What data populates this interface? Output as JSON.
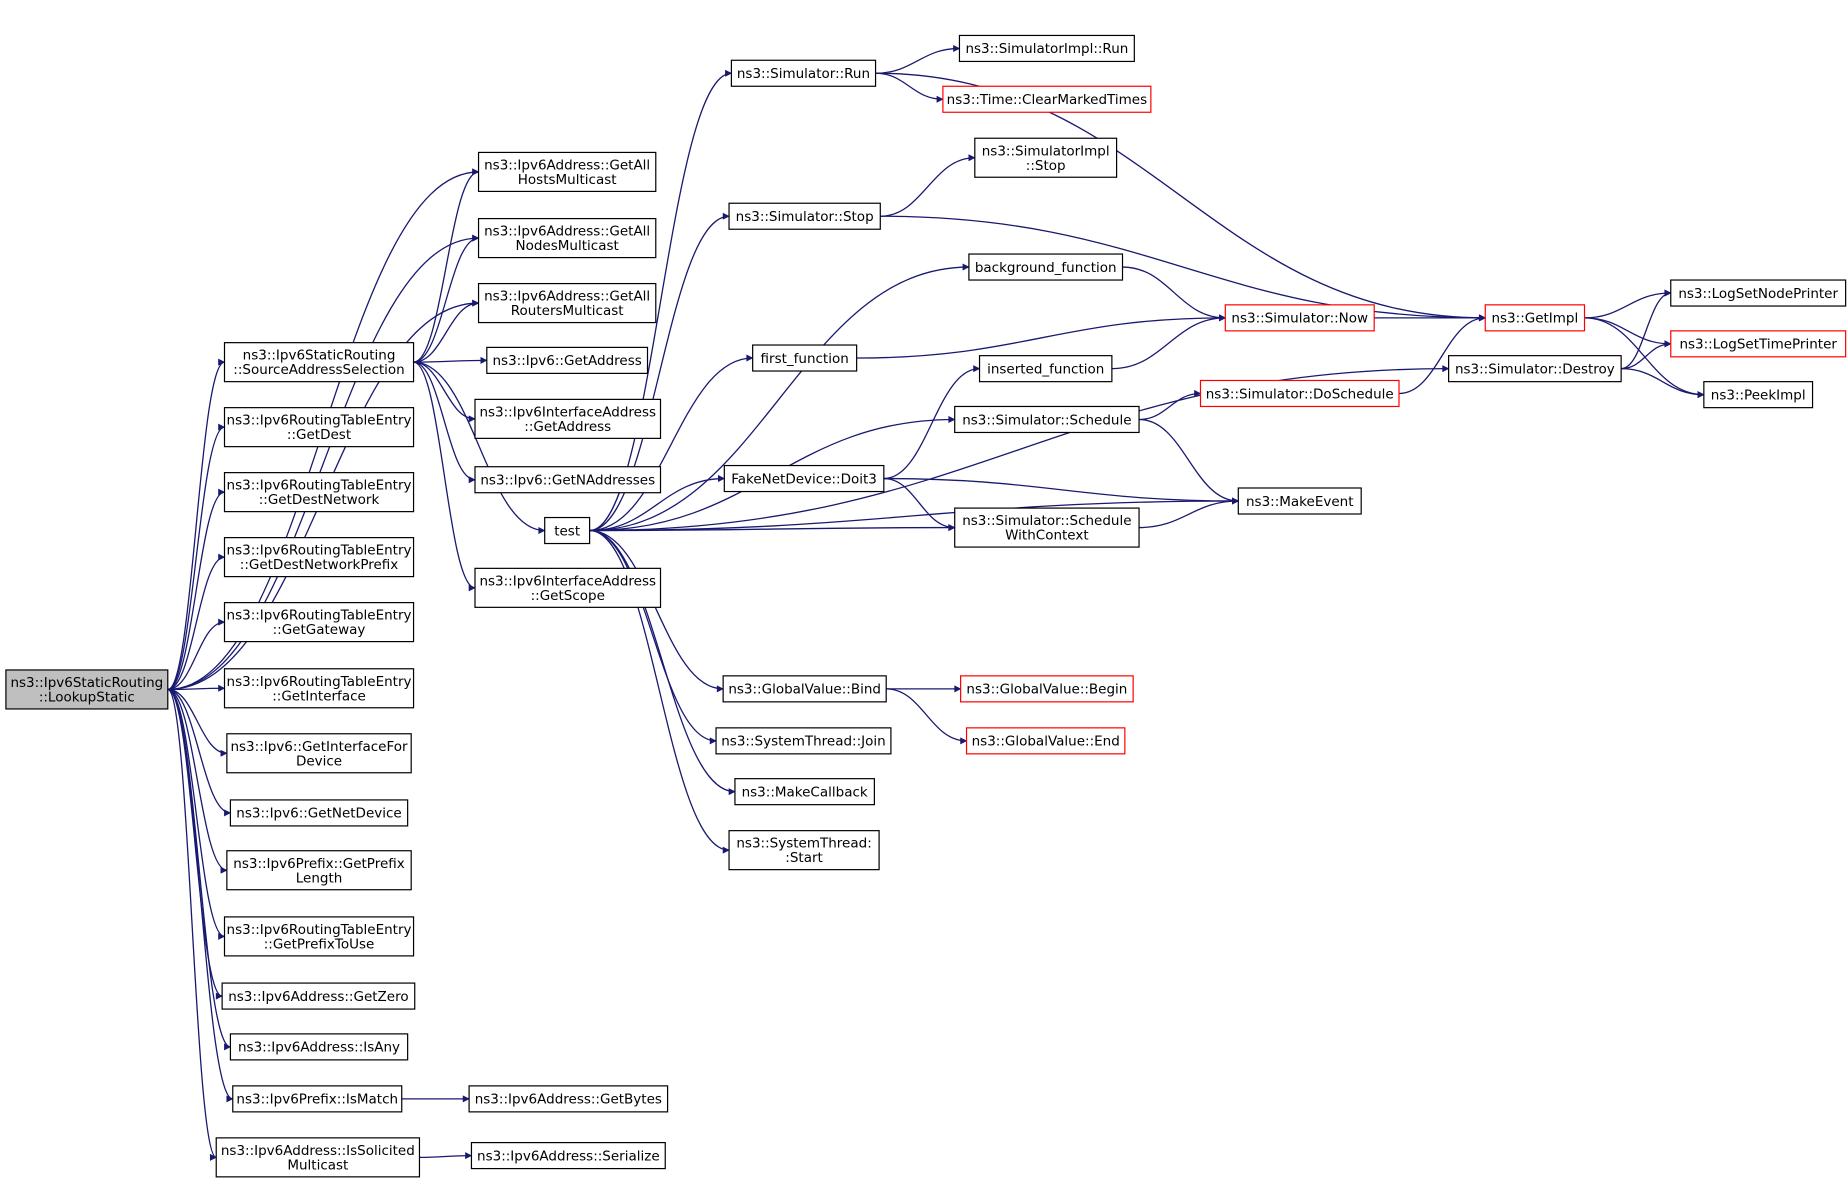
{
  "nodes": [
    {
      "id": "root",
      "lines": [
        "ns3::Ipv6StaticRouting",
        "::LookupStatic"
      ],
      "style": "root"
    },
    {
      "id": "srcsel",
      "lines": [
        "ns3::Ipv6StaticRouting",
        "::SourceAddressSelection"
      ]
    },
    {
      "id": "hostsmc",
      "lines": [
        "ns3::Ipv6Address::GetAll",
        "HostsMulticast"
      ]
    },
    {
      "id": "nodesmc",
      "lines": [
        "ns3::Ipv6Address::GetAll",
        "NodesMulticast"
      ]
    },
    {
      "id": "routersmc",
      "lines": [
        "ns3::Ipv6Address::GetAll",
        "RoutersMulticast"
      ]
    },
    {
      "id": "getaddress",
      "lines": [
        "ns3::Ipv6::GetAddress"
      ]
    },
    {
      "id": "ifaddr_getaddress",
      "lines": [
        "ns3::Ipv6InterfaceAddress",
        "::GetAddress"
      ]
    },
    {
      "id": "getnaddresses",
      "lines": [
        "ns3::Ipv6::GetNAddresses"
      ]
    },
    {
      "id": "test",
      "lines": [
        "test"
      ]
    },
    {
      "id": "getscope",
      "lines": [
        "ns3::Ipv6InterfaceAddress",
        "::GetScope"
      ]
    },
    {
      "id": "getdest",
      "lines": [
        "ns3::Ipv6RoutingTableEntry",
        "::GetDest"
      ]
    },
    {
      "id": "getdestnet",
      "lines": [
        "ns3::Ipv6RoutingTableEntry",
        "::GetDestNetwork"
      ]
    },
    {
      "id": "getdestnetprefix",
      "lines": [
        "ns3::Ipv6RoutingTableEntry",
        "::GetDestNetworkPrefix"
      ]
    },
    {
      "id": "getgateway",
      "lines": [
        "ns3::Ipv6RoutingTableEntry",
        "::GetGateway"
      ]
    },
    {
      "id": "getinterface",
      "lines": [
        "ns3::Ipv6RoutingTableEntry",
        "::GetInterface"
      ]
    },
    {
      "id": "getifdevice",
      "lines": [
        "ns3::Ipv6::GetInterfaceFor",
        "Device"
      ]
    },
    {
      "id": "getnetdevice",
      "lines": [
        "ns3::Ipv6::GetNetDevice"
      ]
    },
    {
      "id": "getprefixlen",
      "lines": [
        "ns3::Ipv6Prefix::GetPrefix",
        "Length"
      ]
    },
    {
      "id": "getprefixtouse",
      "lines": [
        "ns3::Ipv6RoutingTableEntry",
        "::GetPrefixToUse"
      ]
    },
    {
      "id": "getzero",
      "lines": [
        "ns3::Ipv6Address::GetZero"
      ]
    },
    {
      "id": "isany",
      "lines": [
        "ns3::Ipv6Address::IsAny"
      ]
    },
    {
      "id": "ismatch",
      "lines": [
        "ns3::Ipv6Prefix::IsMatch"
      ]
    },
    {
      "id": "getbytes",
      "lines": [
        "ns3::Ipv6Address::GetBytes"
      ]
    },
    {
      "id": "issolicited",
      "lines": [
        "ns3::Ipv6Address::IsSolicited",
        "Multicast"
      ]
    },
    {
      "id": "serialize",
      "lines": [
        "ns3::Ipv6Address::Serialize"
      ]
    },
    {
      "id": "simrun",
      "lines": [
        "ns3::Simulator::Run"
      ]
    },
    {
      "id": "simimplrun",
      "lines": [
        "ns3::SimulatorImpl::Run"
      ]
    },
    {
      "id": "clearmarked",
      "lines": [
        "ns3::Time::ClearMarkedTimes"
      ],
      "style": "red"
    },
    {
      "id": "simimplstop",
      "lines": [
        "ns3::SimulatorImpl",
        "::Stop"
      ]
    },
    {
      "id": "simstop",
      "lines": [
        "ns3::Simulator::Stop"
      ]
    },
    {
      "id": "bgfunc",
      "lines": [
        "background_function"
      ]
    },
    {
      "id": "firstfunc",
      "lines": [
        "first_function"
      ]
    },
    {
      "id": "insertedfunc",
      "lines": [
        "inserted_function"
      ]
    },
    {
      "id": "simnow",
      "lines": [
        "ns3::Simulator::Now"
      ],
      "style": "red"
    },
    {
      "id": "simdosched",
      "lines": [
        "ns3::Simulator::DoSchedule"
      ],
      "style": "red"
    },
    {
      "id": "simsched",
      "lines": [
        "ns3::Simulator::Schedule"
      ]
    },
    {
      "id": "doit3",
      "lines": [
        "FakeNetDevice::Doit3"
      ]
    },
    {
      "id": "makeevent",
      "lines": [
        "ns3::MakeEvent"
      ]
    },
    {
      "id": "schedctx",
      "lines": [
        "ns3::Simulator::Schedule",
        "WithContext"
      ]
    },
    {
      "id": "getimpl",
      "lines": [
        "ns3::GetImpl"
      ],
      "style": "red"
    },
    {
      "id": "simdestroy",
      "lines": [
        "ns3::Simulator::Destroy"
      ]
    },
    {
      "id": "logsetnode",
      "lines": [
        "ns3::LogSetNodePrinter"
      ]
    },
    {
      "id": "logsettime",
      "lines": [
        "ns3::LogSetTimePrinter"
      ],
      "style": "red"
    },
    {
      "id": "peekimpl",
      "lines": [
        "ns3::PeekImpl"
      ]
    },
    {
      "id": "gvbind",
      "lines": [
        "ns3::GlobalValue::Bind"
      ]
    },
    {
      "id": "gvbegin",
      "lines": [
        "ns3::GlobalValue::Begin"
      ],
      "style": "red"
    },
    {
      "id": "gvend",
      "lines": [
        "ns3::GlobalValue::End"
      ],
      "style": "red"
    },
    {
      "id": "stjoin",
      "lines": [
        "ns3::SystemThread::Join"
      ]
    },
    {
      "id": "makecallback",
      "lines": [
        "ns3::MakeCallback"
      ]
    },
    {
      "id": "ststart",
      "lines": [
        "ns3::SystemThread:",
        ":Start"
      ]
    }
  ],
  "edges": [
    [
      "root",
      "hostsmc"
    ],
    [
      "root",
      "nodesmc"
    ],
    [
      "root",
      "routersmc"
    ],
    [
      "root",
      "srcsel"
    ],
    [
      "root",
      "getdest"
    ],
    [
      "root",
      "getdestnet"
    ],
    [
      "root",
      "getdestnetprefix"
    ],
    [
      "root",
      "getgateway"
    ],
    [
      "root",
      "getinterface"
    ],
    [
      "root",
      "getifdevice"
    ],
    [
      "root",
      "getnetdevice"
    ],
    [
      "root",
      "getprefixlen"
    ],
    [
      "root",
      "getprefixtouse"
    ],
    [
      "root",
      "getzero"
    ],
    [
      "root",
      "isany"
    ],
    [
      "root",
      "ismatch"
    ],
    [
      "root",
      "issolicited"
    ],
    [
      "srcsel",
      "hostsmc"
    ],
    [
      "srcsel",
      "nodesmc"
    ],
    [
      "srcsel",
      "routersmc"
    ],
    [
      "srcsel",
      "getaddress"
    ],
    [
      "srcsel",
      "ifaddr_getaddress"
    ],
    [
      "srcsel",
      "getnaddresses"
    ],
    [
      "srcsel",
      "test"
    ],
    [
      "srcsel",
      "getscope"
    ],
    [
      "ismatch",
      "getbytes"
    ],
    [
      "issolicited",
      "serialize"
    ],
    [
      "test",
      "simrun"
    ],
    [
      "test",
      "simstop"
    ],
    [
      "test",
      "bgfunc"
    ],
    [
      "test",
      "firstfunc"
    ],
    [
      "test",
      "simsched"
    ],
    [
      "test",
      "doit3"
    ],
    [
      "test",
      "schedctx"
    ],
    [
      "test",
      "makeevent"
    ],
    [
      "test",
      "simdestroy"
    ],
    [
      "test",
      "gvbind"
    ],
    [
      "test",
      "stjoin"
    ],
    [
      "test",
      "makecallback"
    ],
    [
      "test",
      "ststart"
    ],
    [
      "simrun",
      "simimplrun"
    ],
    [
      "simrun",
      "clearmarked"
    ],
    [
      "simrun",
      "getimpl"
    ],
    [
      "simstop",
      "simimplstop"
    ],
    [
      "simstop",
      "getimpl"
    ],
    [
      "bgfunc",
      "simnow"
    ],
    [
      "firstfunc",
      "simnow"
    ],
    [
      "insertedfunc",
      "simnow"
    ],
    [
      "simnow",
      "getimpl"
    ],
    [
      "simsched",
      "simdosched"
    ],
    [
      "simsched",
      "makeevent"
    ],
    [
      "simdosched",
      "getimpl"
    ],
    [
      "doit3",
      "insertedfunc"
    ],
    [
      "doit3",
      "makeevent"
    ],
    [
      "doit3",
      "schedctx"
    ],
    [
      "schedctx",
      "makeevent"
    ],
    [
      "getimpl",
      "logsetnode"
    ],
    [
      "getimpl",
      "logsettime"
    ],
    [
      "getimpl",
      "peekimpl"
    ],
    [
      "simdestroy",
      "logsetnode"
    ],
    [
      "simdestroy",
      "logsettime"
    ],
    [
      "simdestroy",
      "peekimpl"
    ],
    [
      "gvbind",
      "gvbegin"
    ],
    [
      "gvbind",
      "gvend"
    ]
  ]
}
